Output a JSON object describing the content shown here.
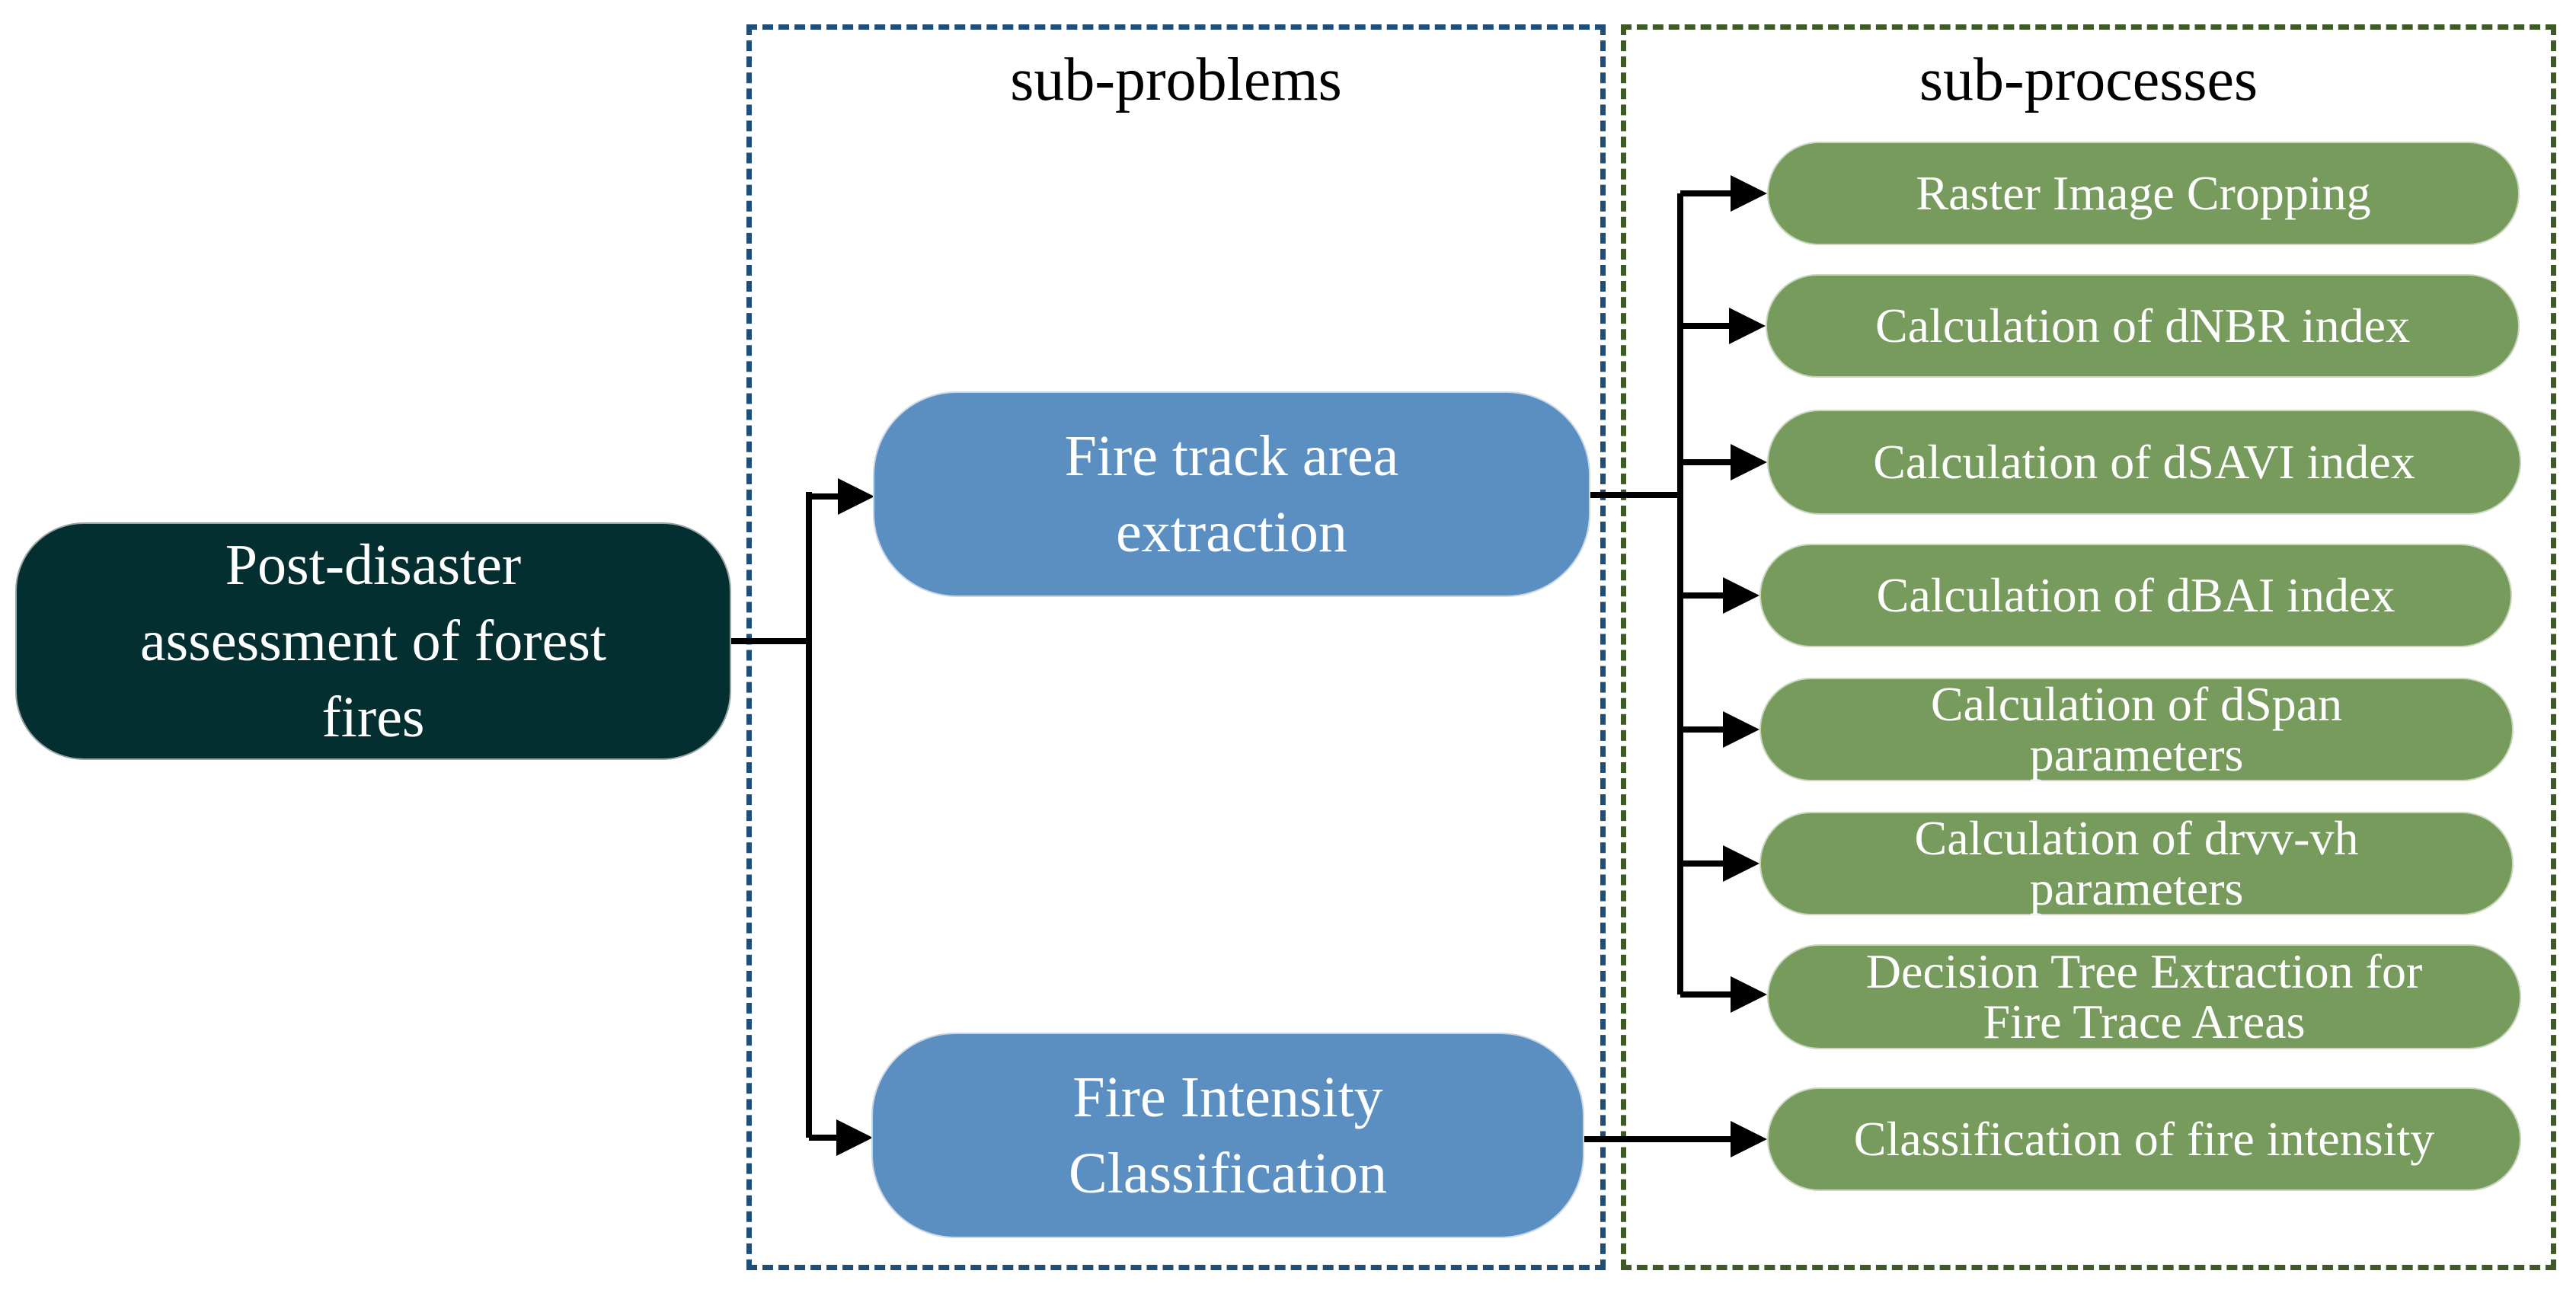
{
  "frames": {
    "left_title": "sub-problems",
    "right_title": "sub-processes"
  },
  "root": {
    "line1": "Post-disaster",
    "line2": "assessment of forest",
    "line3": "fires"
  },
  "sub_problems": [
    {
      "line1": "Fire track area",
      "line2": "extraction"
    },
    {
      "line1": "Fire Intensity",
      "line2": "Classification"
    }
  ],
  "sub_processes": [
    {
      "line1": "Raster Image Cropping",
      "line2": ""
    },
    {
      "line1": "Calculation of dNBR index",
      "line2": ""
    },
    {
      "line1": "Calculation of dSAVI index",
      "line2": ""
    },
    {
      "line1": "Calculation of dBAI index",
      "line2": ""
    },
    {
      "line1": "Calculation of dSpan",
      "line2": "parameters"
    },
    {
      "line1": "Calculation of drvv-vh",
      "line2": "parameters"
    },
    {
      "line1": "Decision Tree Extraction for",
      "line2": "Fire Trace Areas"
    },
    {
      "line1": "Classification of fire intensity",
      "line2": ""
    }
  ],
  "colors": {
    "root_fill": "#032f30",
    "sub_problem_fill": "#5b8fc2",
    "sub_process_fill": "#769b5d",
    "blue_frame": "#1f4e79",
    "green_frame": "#3e5a26",
    "connector": "#000000"
  }
}
